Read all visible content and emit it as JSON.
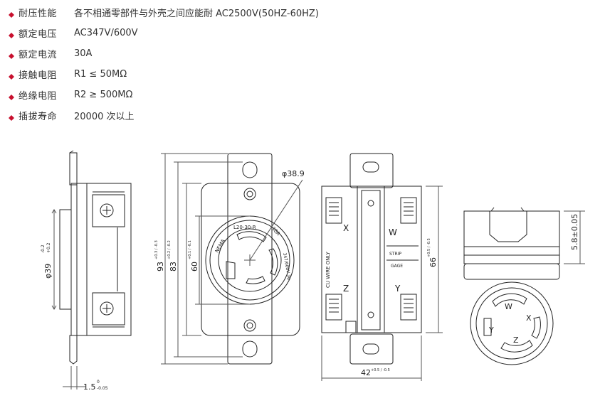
{
  "specs": [
    {
      "label": "耐压性能",
      "value": "各不相通零部件与外壳之间应能耐 AC2500V(50HZ-60HZ)"
    },
    {
      "label": "额定电压",
      "value": "AC347V/600V"
    },
    {
      "label": "额定电流",
      "value": "30A"
    },
    {
      "label": "接触电阻",
      "value": "R1 ≤ 50MΩ"
    },
    {
      "label": "绝缘电阻",
      "value": "R2 ≥ 500MΩ"
    },
    {
      "label": "插拔寿命",
      "value": "20000 次以上"
    }
  ],
  "colors": {
    "bullet": "#c8102e",
    "line": "#222222",
    "dim": "#555555"
  },
  "drawing": {
    "side_view": {
      "dim_diameter": "φ39",
      "dim_diameter_tol_upper": "-0.2",
      "dim_diameter_tol_lower": "+0.2",
      "dim_thickness": "1.5",
      "dim_thickness_tol_upper": "0",
      "dim_thickness_tol_lower": "-0.05"
    },
    "front_view": {
      "dim_face_diameter": "φ38.9",
      "dim_height_93": "93",
      "dim_height_93_tol": "+0.3 / -0.3",
      "dim_height_83": "83",
      "dim_height_83_tol": "+0.2 / -0.2",
      "dim_height_60": "60",
      "dim_height_60_tol": "+0.1 / -0.1",
      "face_text_model": "L20-30-R",
      "face_text_brand": "NEMA",
      "face_text_rating_a": "30A",
      "face_text_rating_v": "347/600V 3φ"
    },
    "back_view": {
      "terminal_x": "X",
      "terminal_w": "W",
      "terminal_z": "Z",
      "terminal_y": "Y",
      "label_wire": "CU WIRE ONLY",
      "label_strip": "STRIP",
      "label_gage": "GAGE",
      "dim_width": "42",
      "dim_width_tol": "+0.5 / -0.5",
      "dim_height": "66",
      "dim_height_tol": "+0.5 / -0.5"
    },
    "plug_view": {
      "dim_depth": "5.8±0.05",
      "pin_w": "W",
      "pin_x": "X",
      "pin_y": "Y",
      "pin_z": "Z"
    }
  }
}
